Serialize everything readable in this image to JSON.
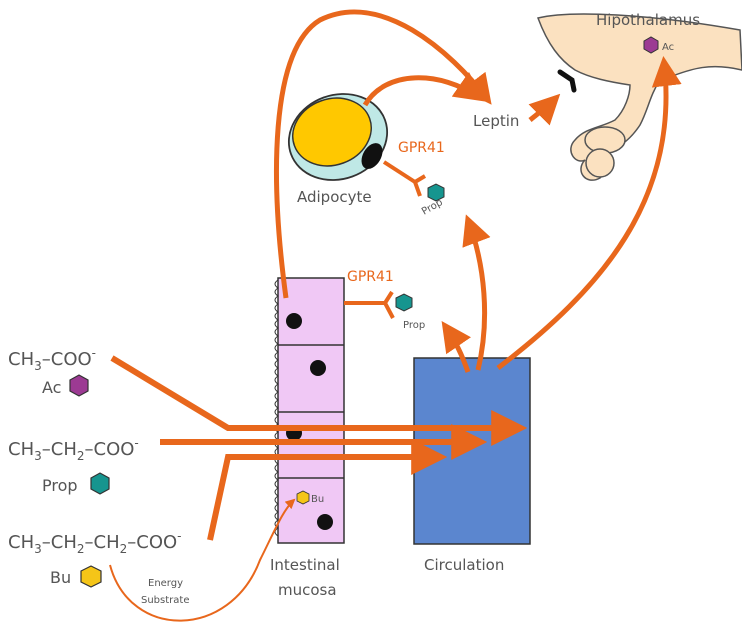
{
  "hypothalamus": {
    "label": "Hipothalamus",
    "ac_label": "Ac"
  },
  "leptin": {
    "label": "Leptin"
  },
  "adipocyte": {
    "label": "Adipocyte",
    "receptor_label": "GPR41",
    "ligand_label": "Prop"
  },
  "intestine": {
    "receptor_label": "GPR41",
    "ligand_label": "Prop",
    "butyrate_label": "Bu",
    "label_line1": "Intestinal",
    "label_line2": "mucosa"
  },
  "circulation": {
    "label": "Circulation"
  },
  "energy": {
    "line1": "Energy",
    "line2": "Substrate"
  },
  "scfa": {
    "acetate": {
      "formula_a": "CH",
      "formula_b": "3",
      "formula_c": "COO",
      "charge": "-",
      "abbr": "Ac"
    },
    "propionate": {
      "formula_a": "CH",
      "formula_b": "3",
      "formula_c": "CH",
      "formula_d": "2",
      "formula_e": "COO",
      "charge": "-",
      "abbr": "Prop"
    },
    "butyrate": {
      "formula_a": "CH",
      "formula_b": "3",
      "formula_c": "CH",
      "formula_d": "2",
      "formula_e": "CH",
      "formula_f": "2",
      "formula_g": "COO",
      "charge": "-",
      "abbr": "Bu"
    }
  },
  "colors": {
    "arrow": "#e8671c",
    "circulation": "#5b86cf",
    "mucosa": "#f0c8f5",
    "hypothalamus": "#fbe1c0",
    "acetate": "#9c3a93",
    "propionate": "#16958f",
    "butyrate": "#f5c518"
  },
  "icons": [
    "acetate-hexagon-icon",
    "propionate-hexagon-icon",
    "butyrate-hexagon-icon",
    "receptor-icon",
    "nucleus-icon"
  ]
}
